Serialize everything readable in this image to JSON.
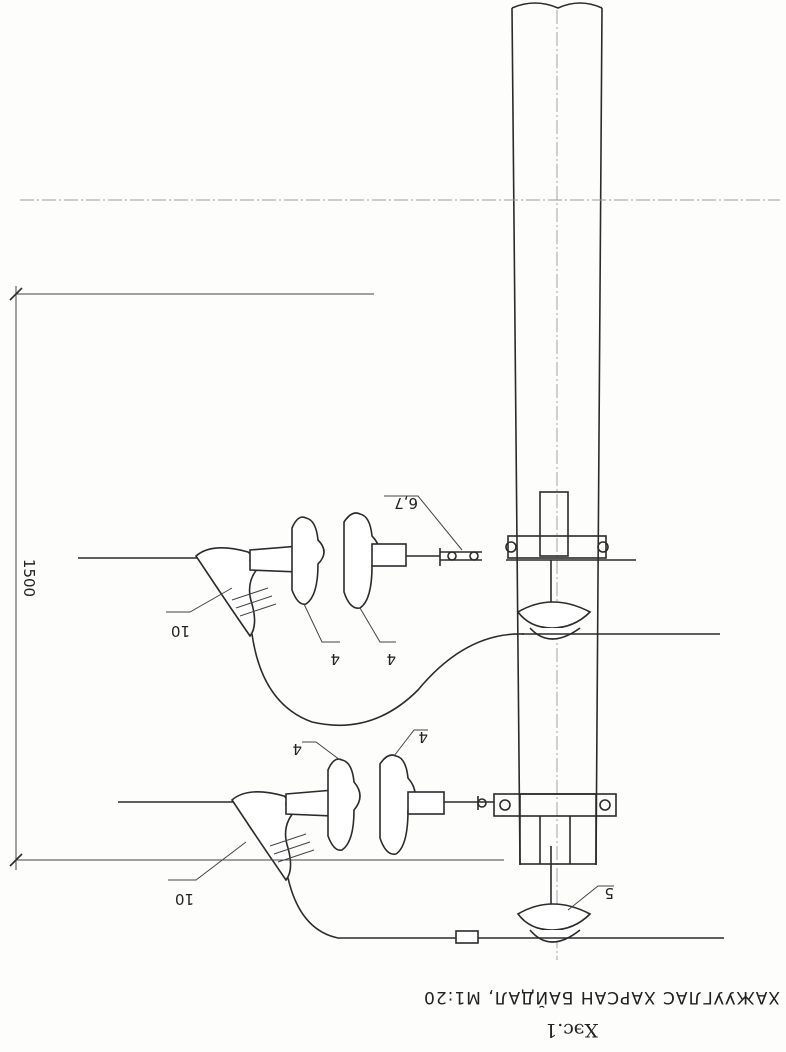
{
  "drawing": {
    "caption": "ХАЖУУГЛАС ХАРСАН БАЙДАЛ, М1:20",
    "figure_label": "Хэс.1",
    "dimension": "1500",
    "callouts": {
      "upper_clamp": "10",
      "lower_clamp": "10",
      "upper_insulator_a": "4",
      "upper_insulator_b": "4",
      "lower_insulator_a": "4",
      "lower_insulator_b": "4",
      "upper_fitting": "6,7",
      "lower_support": "5"
    }
  }
}
